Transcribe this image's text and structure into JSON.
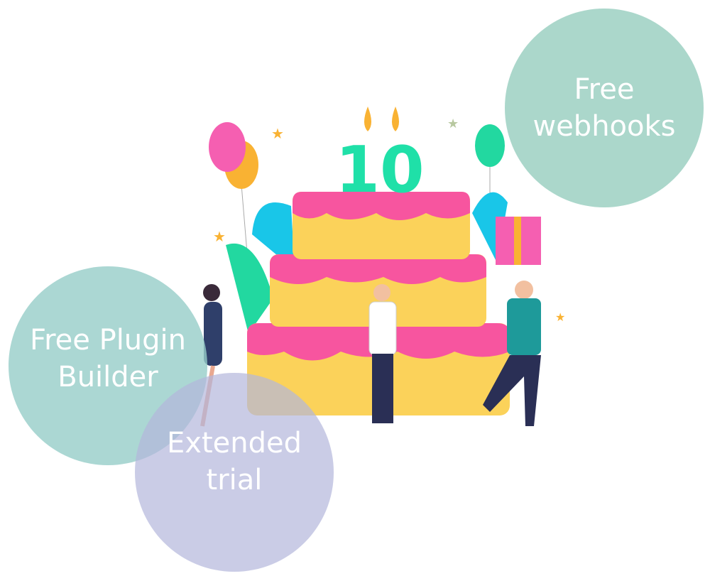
{
  "illustration": {
    "cake_number": "10"
  },
  "bubbles": [
    {
      "label": "Free webhooks",
      "line1": "Free",
      "line2": "webhooks",
      "color": "#96cdbe"
    },
    {
      "label": "Free Plugin Builder",
      "line1": "Free Plugin",
      "line2": "Builder",
      "color": "#96cdc8"
    },
    {
      "label": "Extended trial",
      "line1": "Extended",
      "line2": "trial",
      "color": "#b4b6dc"
    }
  ]
}
